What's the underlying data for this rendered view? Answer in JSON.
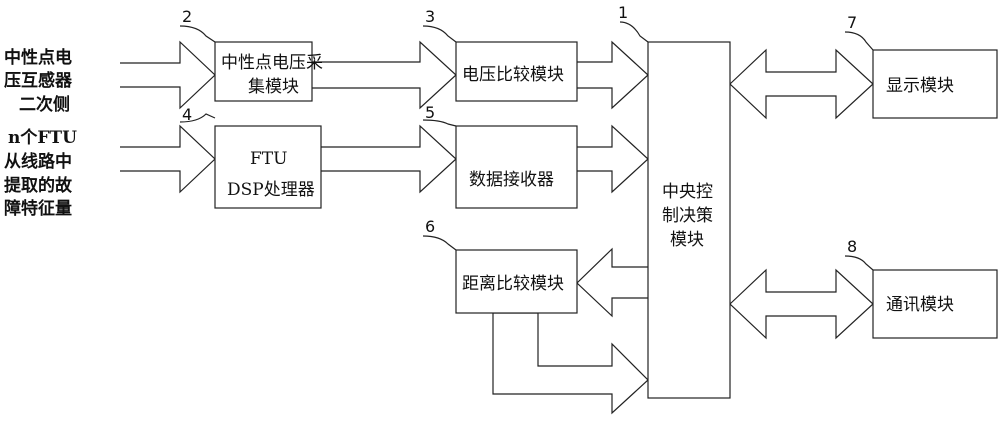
{
  "inputs": {
    "top": [
      "中性点电",
      "压互感器",
      "二次侧"
    ],
    "bottom": [
      "n个FTU",
      "从线路中",
      "提取的故",
      "障特征量"
    ]
  },
  "modules": {
    "central": {
      "number": "1",
      "lines": [
        "中央控",
        "制决策",
        "模块"
      ]
    },
    "neutral_voltage_acq": {
      "number": "2",
      "lines": [
        "中性点电压采",
        "集模块"
      ]
    },
    "voltage_compare": {
      "number": "3",
      "lines": [
        "电压比较模块"
      ]
    },
    "ftu_dsp": {
      "number": "4",
      "lines": [
        "FTU",
        "DSP处理器"
      ]
    },
    "data_receiver": {
      "number": "5",
      "lines": [
        "数据接收器"
      ]
    },
    "distance_compare": {
      "number": "6",
      "lines": [
        "距离比较模块"
      ]
    },
    "display": {
      "number": "7",
      "lines": [
        "显示模块"
      ]
    },
    "communication": {
      "number": "8",
      "lines": [
        "通讯模块"
      ]
    }
  }
}
